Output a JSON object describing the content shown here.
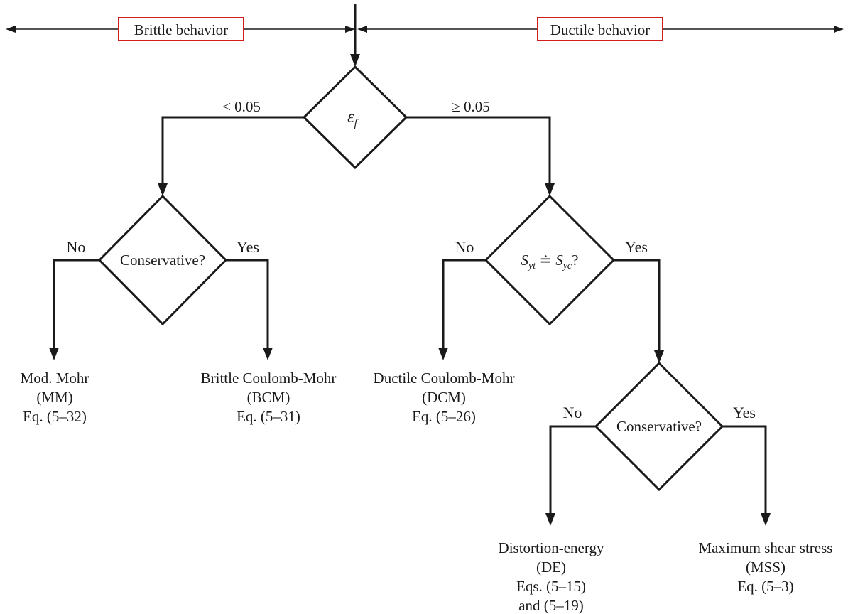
{
  "header": {
    "brittle_label": "Brittle behavior",
    "ductile_label": "Ductile behavior"
  },
  "root": {
    "symbol": "ε",
    "subscript": "f",
    "left_branch": "< 0.05",
    "right_branch": "≥ 0.05"
  },
  "brittle": {
    "question": "Conservative?",
    "no": "No",
    "yes": "Yes",
    "left_result": [
      "Mod. Mohr",
      "(MM)",
      "Eq. (5–32)"
    ],
    "right_result": [
      "Brittle Coulomb-Mohr",
      "(BCM)",
      "Eq. (5–31)"
    ]
  },
  "ductile": {
    "question_s1": "S",
    "question_sub1": "yt",
    "question_mid": " ≐ ",
    "question_s2": "S",
    "question_sub2": "yc",
    "question_end": "?",
    "no": "No",
    "yes": "Yes",
    "left_result": [
      "Ductile Coulomb-Mohr",
      "(DCM)",
      "Eq. (5–26)"
    ]
  },
  "ductile_conservative": {
    "question": "Conservative?",
    "no": "No",
    "yes": "Yes",
    "left_result": [
      "Distortion-energy",
      "(DE)",
      "Eqs. (5–15)",
      "and (5–19)"
    ],
    "right_result": [
      "Maximum shear stress",
      "(MSS)",
      "Eq. (5–3)"
    ]
  }
}
